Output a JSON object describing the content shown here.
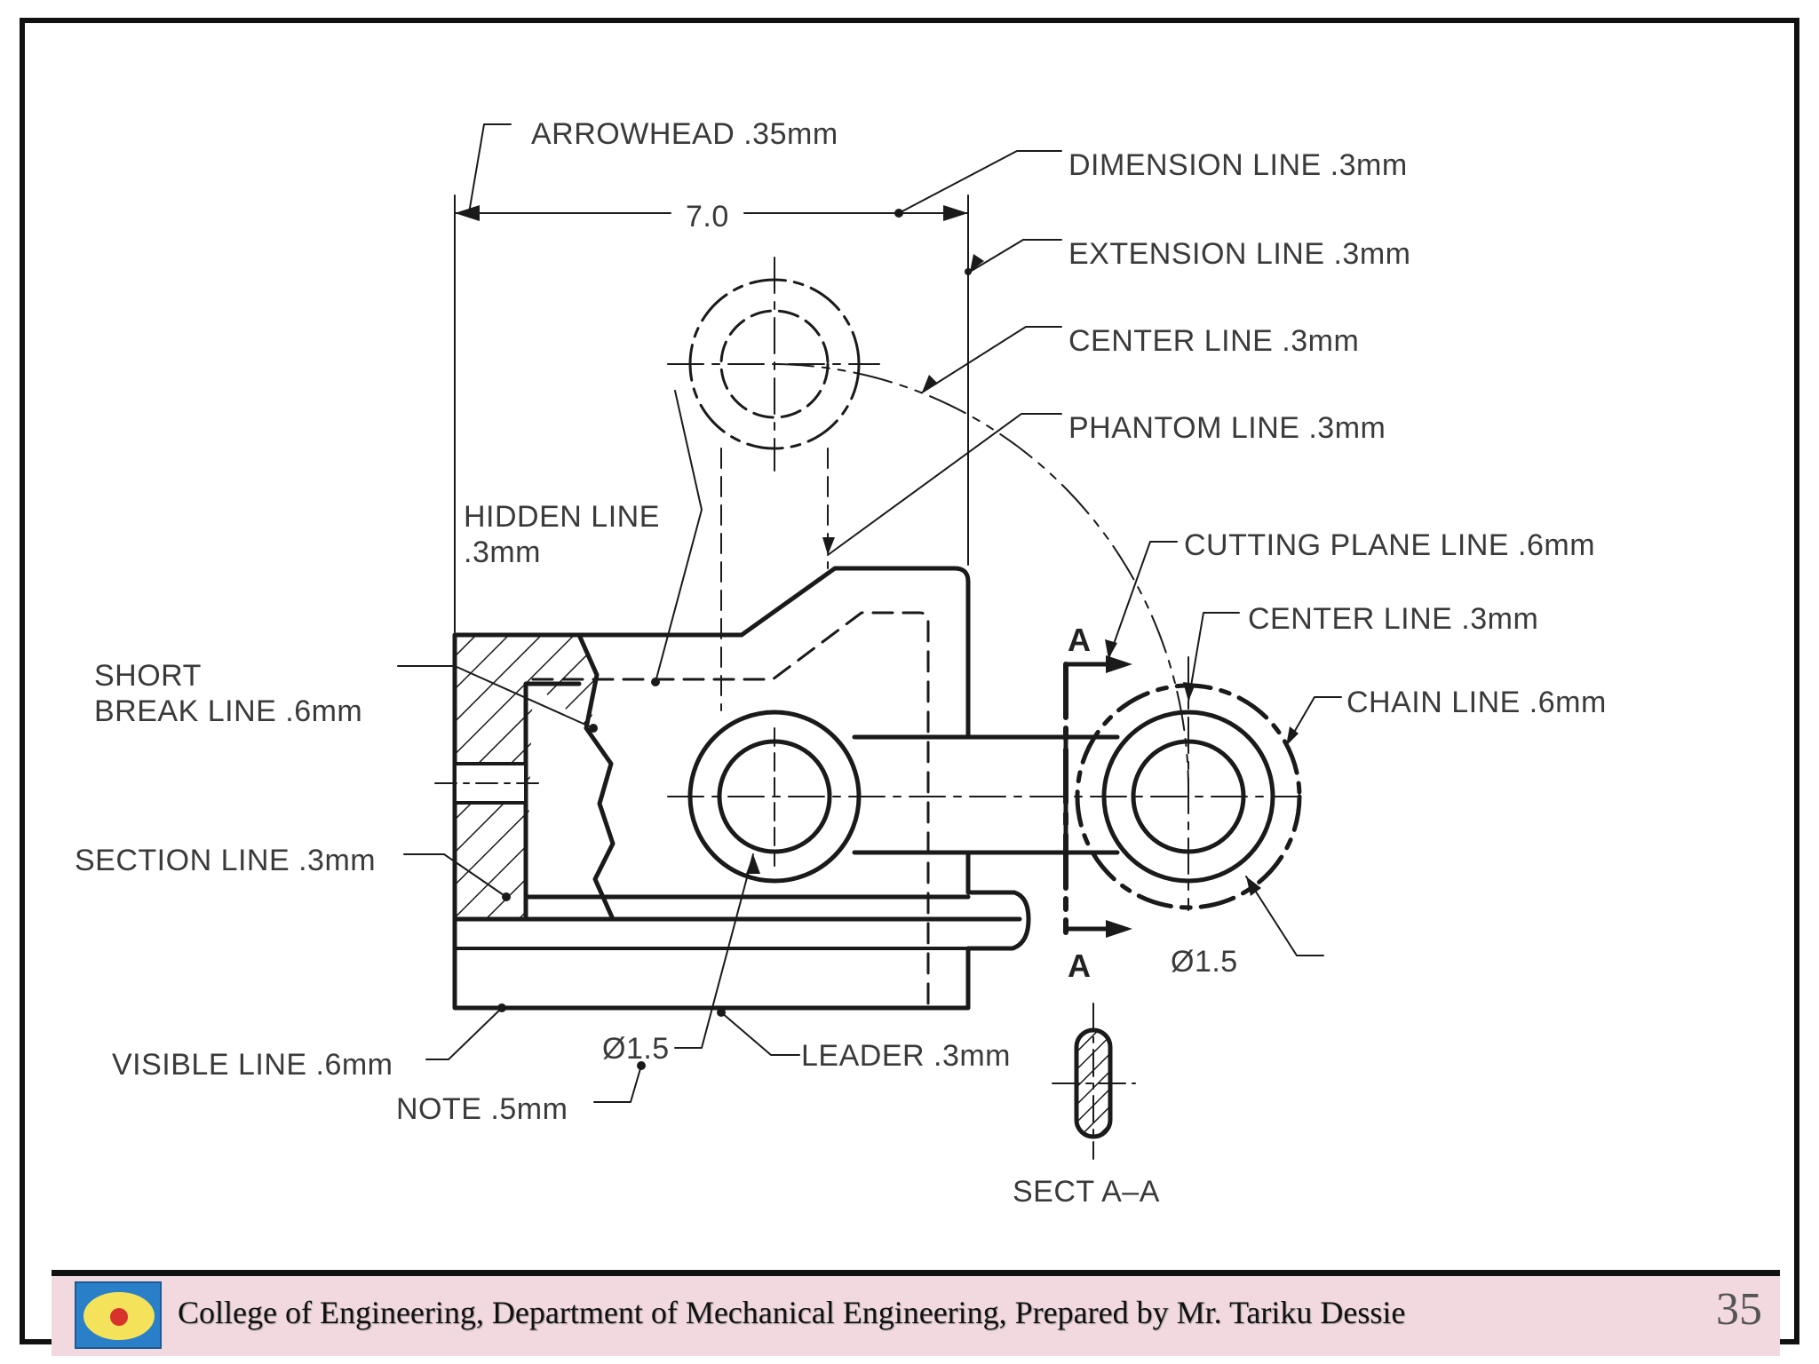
{
  "labels": {
    "arrowhead": "ARROWHEAD .35mm",
    "dimension": "7.0",
    "dimension_line": "DIMENSION LINE .3mm",
    "extension_line": "EXTENSION LINE .3mm",
    "center_line_top": "CENTER LINE .3mm",
    "phantom_line": "PHANTOM LINE .3mm",
    "hidden_line_1": "HIDDEN LINE",
    "hidden_line_2": ".3mm",
    "cutting_plane_line": "CUTTING PLANE LINE .6mm",
    "center_line_right": "CENTER LINE .3mm",
    "chain_line": "CHAIN LINE .6mm",
    "short_break_1": "SHORT",
    "short_break_2": "BREAK LINE .6mm",
    "section_line": "SECTION LINE .3mm",
    "section_letter_top": "A",
    "section_letter_bottom": "A",
    "diameter_right": "Ø1.5",
    "visible_line": "VISIBLE LINE .6mm",
    "diameter_bottom": "Ø1.5",
    "leader": "LEADER .3mm",
    "note": "NOTE .5mm",
    "sect_aa": "SECT A–A"
  },
  "footer": {
    "text": "College of Engineering, Department of Mechanical Engineering, Prepared by Mr. Tariku Dessie",
    "page_number": "35"
  },
  "colors": {
    "line": "#1a1a1a",
    "footer_bg": "#f2d9df"
  }
}
